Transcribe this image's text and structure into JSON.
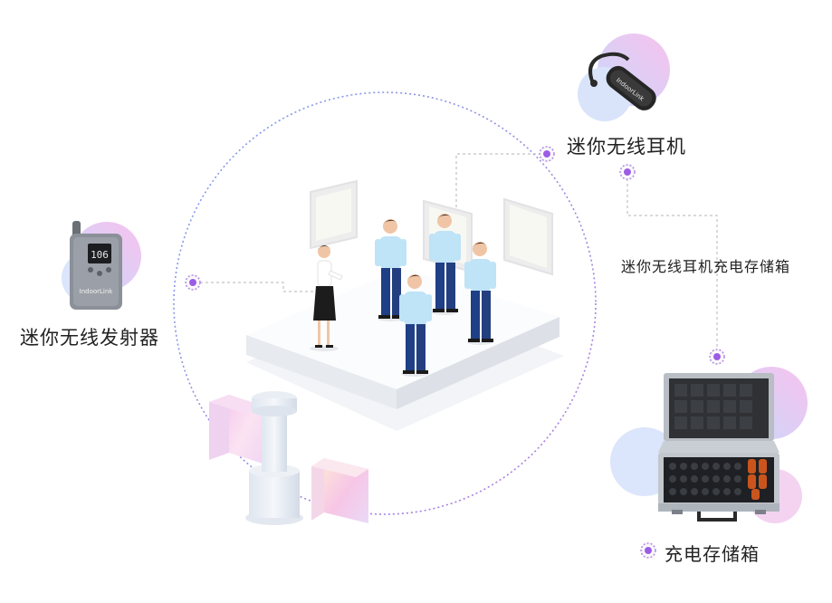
{
  "labels": {
    "transmitter": "迷你无线发射器",
    "earphone": "迷你无线耳机",
    "charging_storage": "迷你无线耳机充电存储箱",
    "storage_box": "充电存储箱"
  },
  "device_brand": "IndoorLink",
  "transmitter_screen": "106",
  "icons": [
    "transmitter-device-icon",
    "earphone-device-icon",
    "storage-case-icon",
    "node-dot-icon"
  ],
  "colors": {
    "accent_purple": "#9b5de5",
    "accent_blue": "#6c8fe6",
    "blob_pink": "#f7c6ef",
    "blob_blue": "#c8d8f8",
    "suit_blue": "#1f3f86",
    "shirt_blue": "#bfe3f7",
    "connector_gray": "#b5b5b5"
  }
}
